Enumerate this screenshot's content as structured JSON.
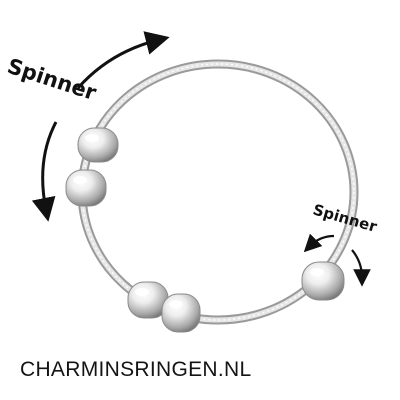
{
  "labels": {
    "spinner_left": "Spinner",
    "spinner_right": "Spinner"
  },
  "watermark": "CHARMINSRINGEN.NL",
  "product": {
    "bead_count": 5
  },
  "colors": {
    "background": "#ffffff",
    "silver_light": "#f4f4f4",
    "silver_mid": "#c9c9c9",
    "silver_dark": "#8a8a8a",
    "text": "#111111"
  }
}
